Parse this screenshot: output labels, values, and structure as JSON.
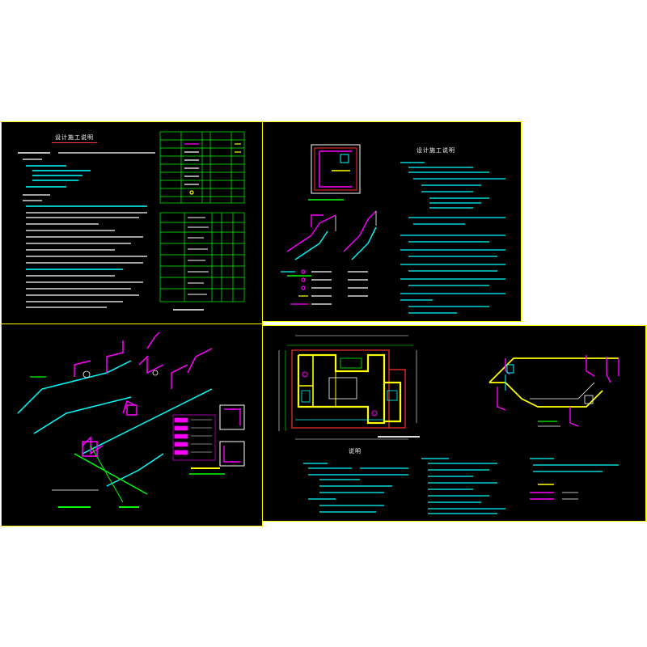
{
  "sheets": {
    "s1": {
      "title": "设计施工说明"
    },
    "s2": {
      "title": "设计施工说明"
    },
    "s4": {
      "title": "说明"
    }
  },
  "colors": {
    "background": "#000000",
    "frame": "#ffff00",
    "text": "#00ffff",
    "pipe_hot": "#ffff00",
    "pipe_water": "#ff00ff",
    "pipe_drain": "#00ff00",
    "wall": "#ff3030"
  }
}
